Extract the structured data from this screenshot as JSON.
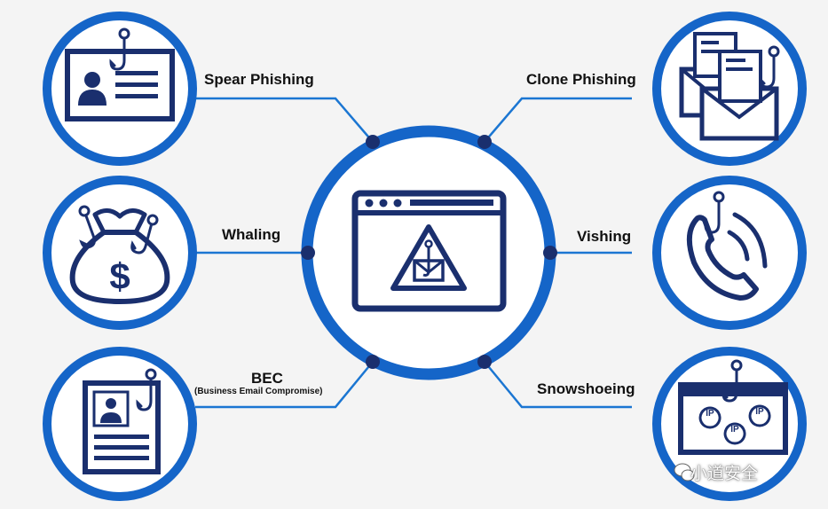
{
  "colors": {
    "ring": "#1565c8",
    "navy": "#1a2f6e",
    "line": "#1b76d2",
    "dot": "#1a2f6e",
    "background": "#f4f4f4"
  },
  "center": {
    "icon": "phishing-warning-browser-icon"
  },
  "nodes": [
    {
      "key": "spear",
      "label": "Spear Phishing",
      "icon": "id-card-hook-icon"
    },
    {
      "key": "whaling",
      "label": "Whaling",
      "icon": "money-bag-hook-icon"
    },
    {
      "key": "bec",
      "label": "BEC",
      "sublabel": "(Business Email Compromise)",
      "icon": "resume-document-hook-icon"
    },
    {
      "key": "clone",
      "label": "Clone Phishing",
      "icon": "envelopes-hook-icon"
    },
    {
      "key": "vishing",
      "label": "Vishing",
      "icon": "phone-hook-icon"
    },
    {
      "key": "snowshoeing",
      "label": "Snowshoeing",
      "icon": "monitor-ip-hook-icon"
    }
  ],
  "watermark": {
    "text": "小道安全",
    "icon": "wechat-icon"
  }
}
